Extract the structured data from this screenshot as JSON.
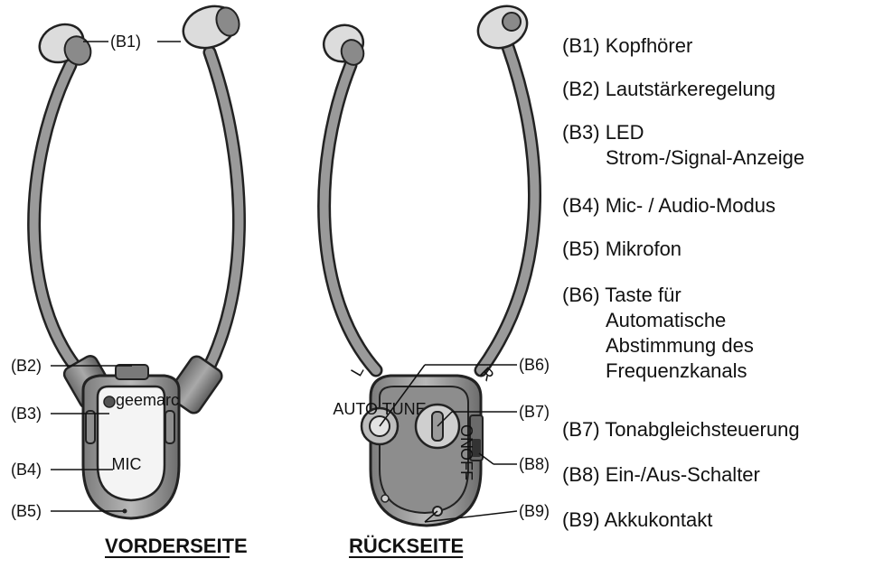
{
  "callouts": {
    "b1": "(B1)",
    "b2": "(B2)",
    "b3": "(B3)",
    "b4": "(B4)",
    "b5": "(B5)",
    "b6": "(B6)",
    "b7": "(B7)",
    "b8": "(B8)",
    "b9": "(B9)"
  },
  "device_text": {
    "brand": "geemarc",
    "mic": "MIC",
    "left": "L",
    "right": "R",
    "on": "ON",
    "off": "OFF",
    "auto_tune": "AUTO TUNE"
  },
  "captions": {
    "front": "VORDERSEITE",
    "back": "RÜCKSEITE"
  },
  "legend": [
    {
      "code": "(B1)",
      "text": "Kopfhörer",
      "cont": []
    },
    {
      "code": "(B2)",
      "text": "Lautstärkeregelung",
      "cont": []
    },
    {
      "code": "(B3)",
      "text": "LED",
      "cont": [
        "Strom-/Signal-Anzeige"
      ]
    },
    {
      "code": "(B4)",
      "text": "Mic- / Audio-Modus",
      "cont": []
    },
    {
      "code": "(B5)",
      "text": "Mikrofon",
      "cont": []
    },
    {
      "code": "(B6)",
      "text": "Taste für",
      "cont": [
        "Automatische",
        "Abstimmung des",
        "Frequenzkanals"
      ]
    },
    {
      "code": "(B7)",
      "text": "Tonabgleichsteuerung",
      "cont": []
    },
    {
      "code": "(B8)",
      "text": "Ein-/Aus-Schalter",
      "cont": []
    },
    {
      "code": "(B9)",
      "text": "Akkukontakt",
      "cont": []
    }
  ]
}
